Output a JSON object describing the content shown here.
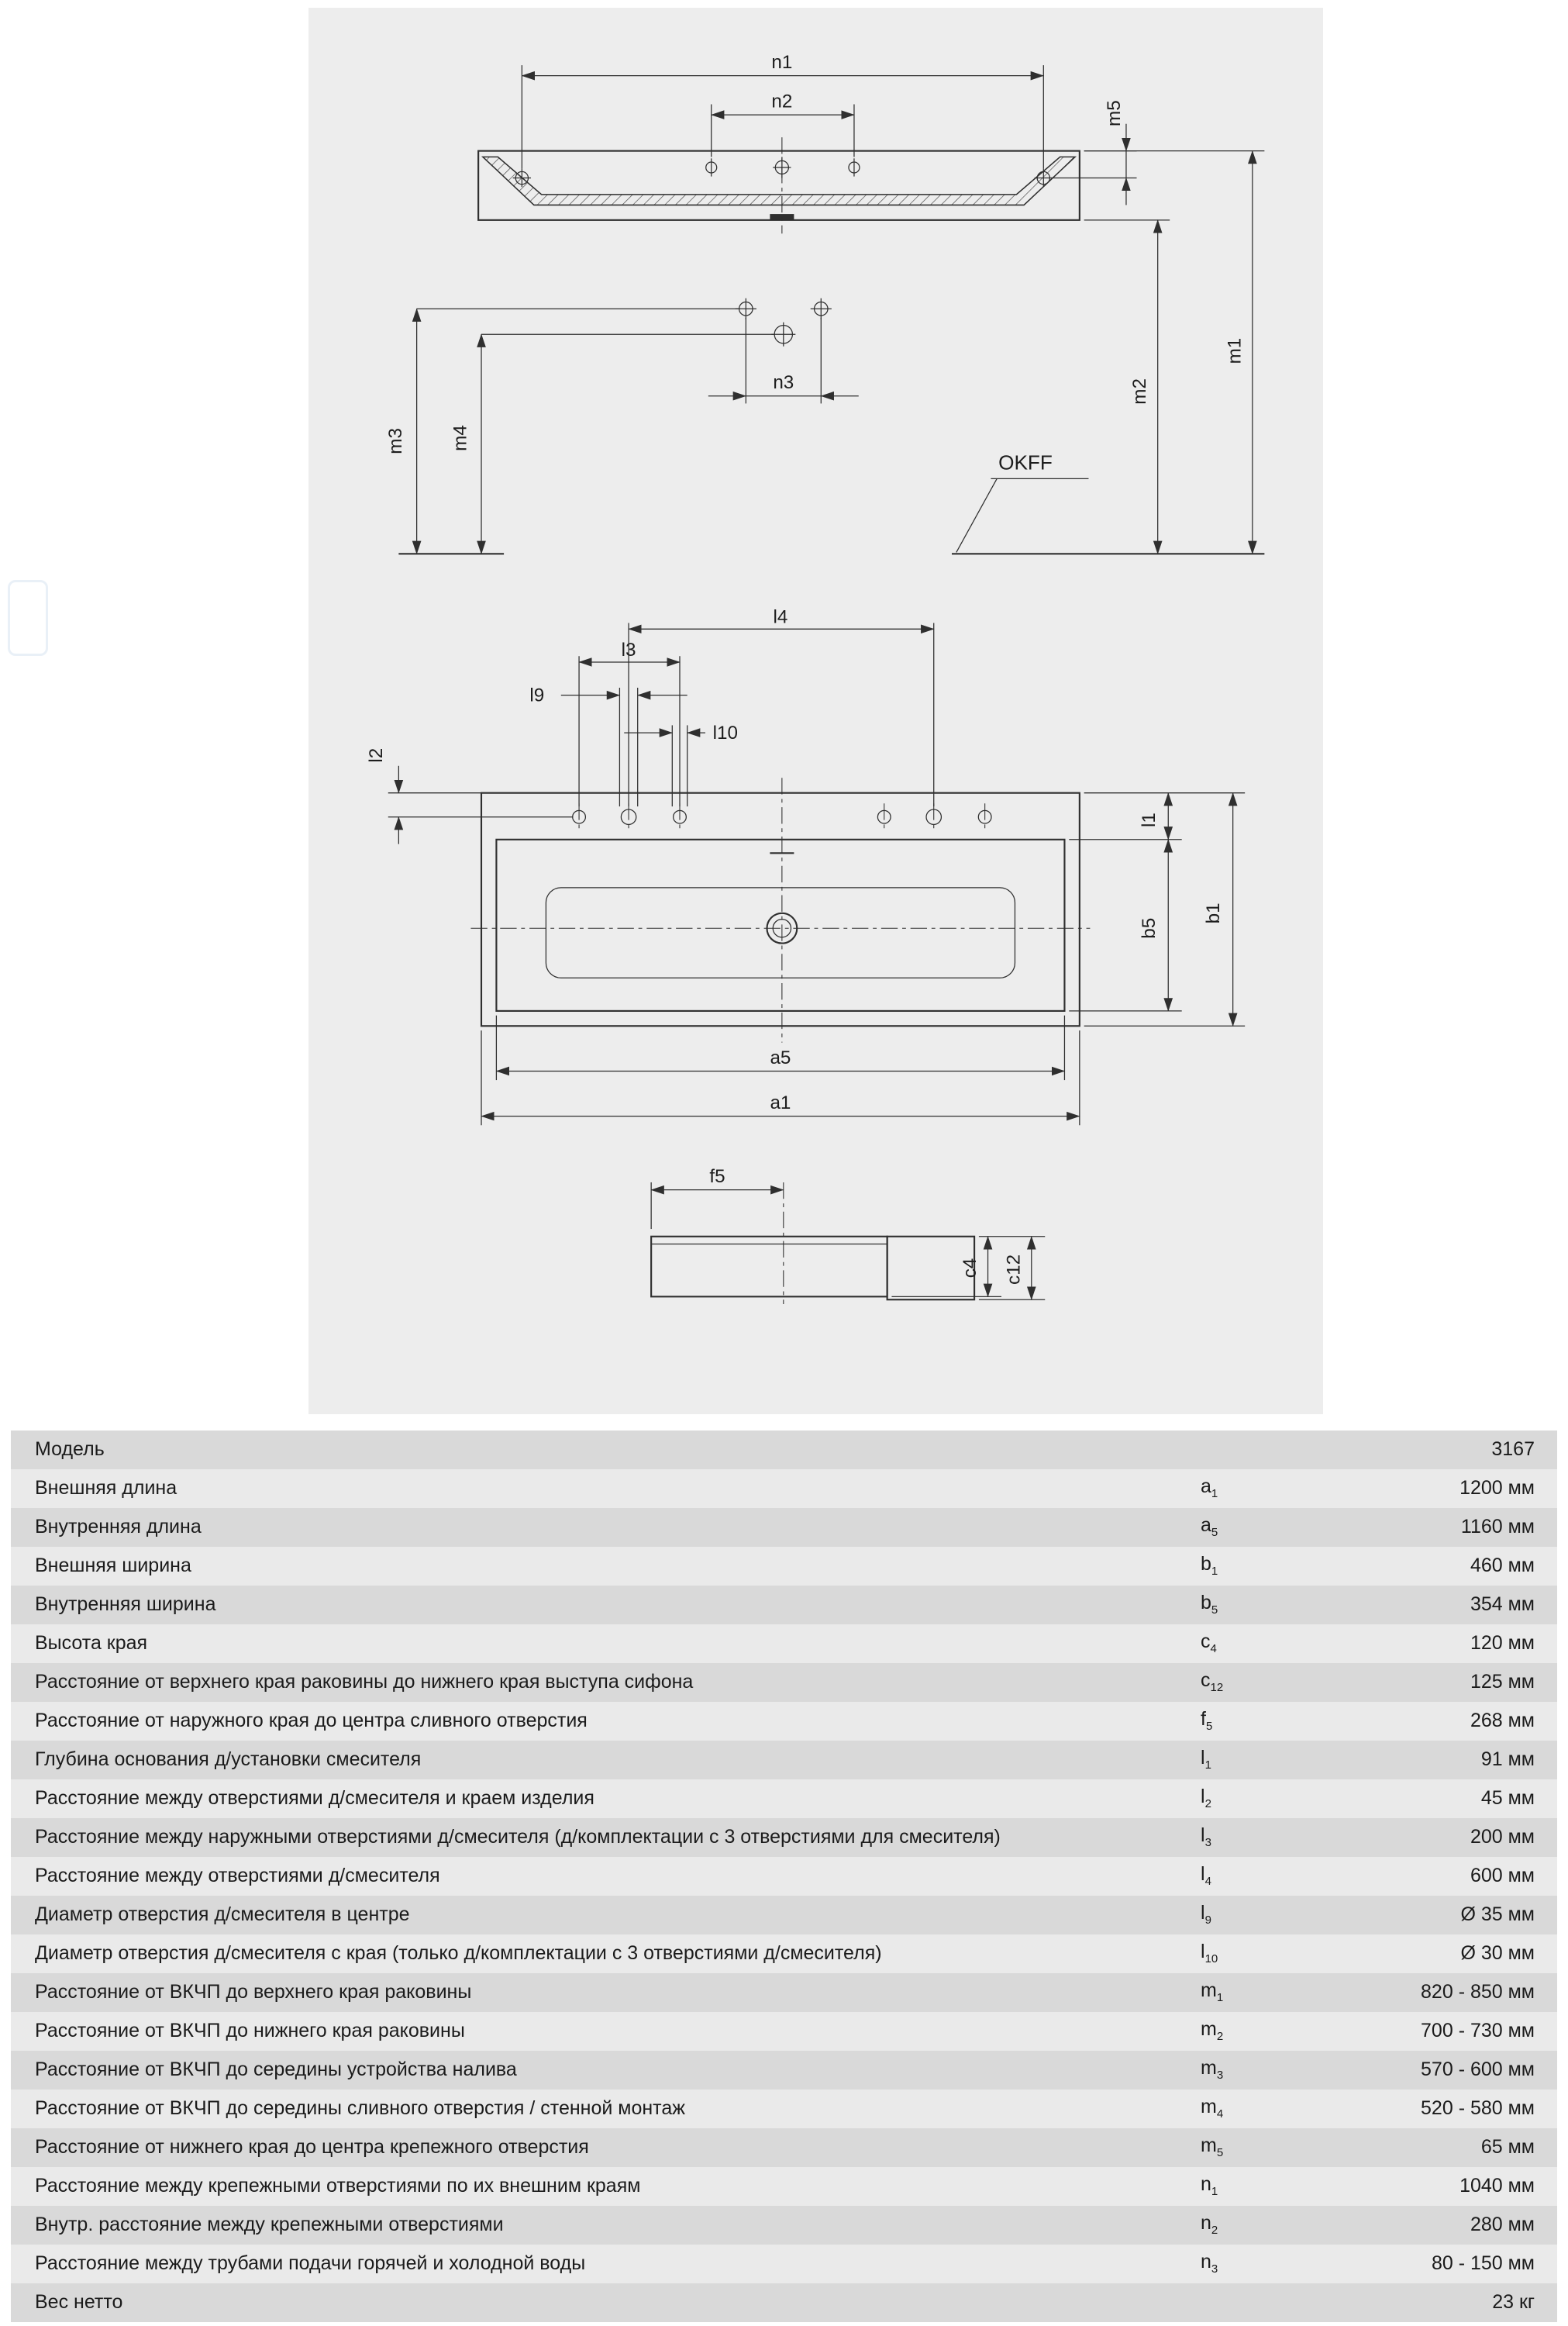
{
  "drawing": {
    "labels": {
      "n1": "n1",
      "n2": "n2",
      "n3": "n3",
      "m1": "m1",
      "m2": "m2",
      "m3": "m3",
      "m4": "m4",
      "m5": "m5",
      "l1": "l1",
      "l2": "l2",
      "l3": "l3",
      "l4": "l4",
      "l9": "l9",
      "l10": "l10",
      "b1": "b1",
      "b5": "b5",
      "a1": "a1",
      "a5": "a5",
      "f5": "f5",
      "c4": "c4",
      "c12": "c12",
      "okff": "OKFF"
    }
  },
  "table": {
    "rows": [
      {
        "label": "Модель",
        "sym": "",
        "sub": "",
        "value": "3167"
      },
      {
        "label": "Внешняя длина",
        "sym": "a",
        "sub": "1",
        "value": "1200 мм"
      },
      {
        "label": "Внутренняя длина",
        "sym": "a",
        "sub": "5",
        "value": "1160 мм"
      },
      {
        "label": "Внешняя ширина",
        "sym": "b",
        "sub": "1",
        "value": "460 мм"
      },
      {
        "label": "Внутренняя ширина",
        "sym": "b",
        "sub": "5",
        "value": "354 мм"
      },
      {
        "label": "Высота края",
        "sym": "c",
        "sub": "4",
        "value": "120 мм"
      },
      {
        "label": "Расстояние от верхнего края раковины до нижнего края выступа сифона",
        "sym": "c",
        "sub": "12",
        "value": "125 мм"
      },
      {
        "label": "Расстояние от наружного края до центра сливного отверстия",
        "sym": "f",
        "sub": "5",
        "value": "268 мм"
      },
      {
        "label": "Глубина основания д/установки смесителя",
        "sym": "l",
        "sub": "1",
        "value": "91 мм"
      },
      {
        "label": "Расстояние между отверстиями д/смесителя и краем изделия",
        "sym": "l",
        "sub": "2",
        "value": "45 мм"
      },
      {
        "label": "Расстояние между наружными отверстиями д/смесителя (д/комплектации с 3 отверстиями для смесителя)",
        "sym": "l",
        "sub": "3",
        "value": "200 мм"
      },
      {
        "label": "Расстояние между отверстиями д/смесителя",
        "sym": "l",
        "sub": "4",
        "value": "600 мм"
      },
      {
        "label": "Диаметр отверстия д/смесителя в центре",
        "sym": "l",
        "sub": "9",
        "value": "Ø 35 мм"
      },
      {
        "label": "Диаметр отверстия д/смесителя с края (только д/комплектации с 3 отверстиями д/смесителя)",
        "sym": "l",
        "sub": "10",
        "value": "Ø 30 мм"
      },
      {
        "label": "Расстояние от ВКЧП до верхнего края раковины",
        "sym": "m",
        "sub": "1",
        "value": "820 - 850 мм"
      },
      {
        "label": "Расстояние от ВКЧП до нижнего края раковины",
        "sym": "m",
        "sub": "2",
        "value": "700 - 730 мм"
      },
      {
        "label": "Расстояние от ВКЧП до середины устройства налива",
        "sym": "m",
        "sub": "3",
        "value": "570 - 600 мм"
      },
      {
        "label": "Расстояние от ВКЧП до середины сливного отверстия / стенной монтаж",
        "sym": "m",
        "sub": "4",
        "value": "520 - 580 мм"
      },
      {
        "label": "Расстояние от нижнего края до центра крепежного отверстия",
        "sym": "m",
        "sub": "5",
        "value": "65 мм"
      },
      {
        "label": "Расстояние между крепежными отверстиями по их внешним краям",
        "sym": "n",
        "sub": "1",
        "value": "1040 мм"
      },
      {
        "label": "Внутр. расстояние между крепежными отверстиями",
        "sym": "n",
        "sub": "2",
        "value": "280 мм"
      },
      {
        "label": "Расстояние между трубами подачи горячей и холодной воды",
        "sym": "n",
        "sub": "3",
        "value": "80 - 150 мм"
      },
      {
        "label": "Вес нетто",
        "sym": "",
        "sub": "",
        "value": "23 кг"
      }
    ]
  }
}
